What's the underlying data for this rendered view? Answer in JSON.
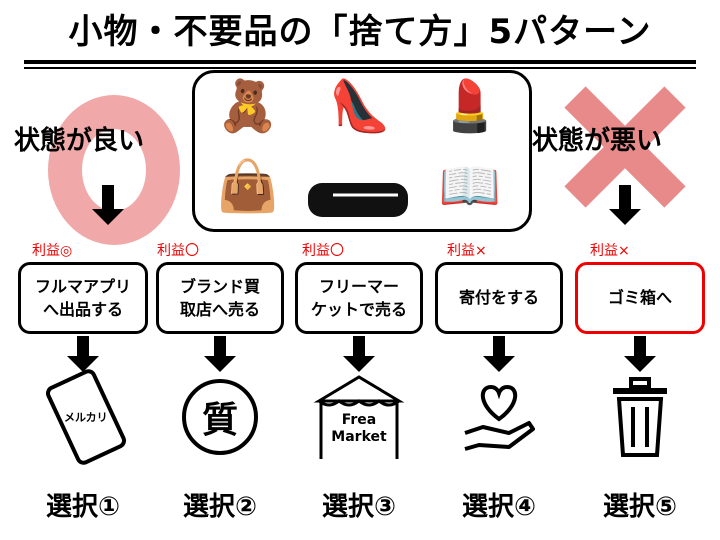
{
  "title": "小物・不要品の「捨て方」5パターン",
  "condition_good": "状態が良い",
  "condition_bad": "状態が悪い",
  "items": [
    "teddy-bear",
    "shoe",
    "compact-lipstick",
    "handbag",
    "towel",
    "book"
  ],
  "colors": {
    "good_ring": "#f0a8a8",
    "bad_cross": "#e88a8a",
    "profit": "#ee0000"
  },
  "options": [
    {
      "profit": "利益◎",
      "label": "フルマアプリ\nへ出品する",
      "choice": "選択①",
      "icon": "smartphone-icon",
      "icon_text": "メルカリ"
    },
    {
      "profit": "利益〇",
      "label": "ブランド買\n取店へ売る",
      "choice": "選択②",
      "icon": "pawn-shop-icon",
      "icon_text": "質"
    },
    {
      "profit": "利益〇",
      "label": "フリーマー\nケットで売る",
      "choice": "選択③",
      "icon": "market-tent-icon",
      "icon_text": "Frea Market"
    },
    {
      "profit": "利益×",
      "label": "寄付をする",
      "choice": "選択④",
      "icon": "heart-hand-icon"
    },
    {
      "profit": "利益×",
      "label": "ゴミ箱へ",
      "choice": "選択⑤",
      "icon": "trash-can-icon"
    }
  ]
}
